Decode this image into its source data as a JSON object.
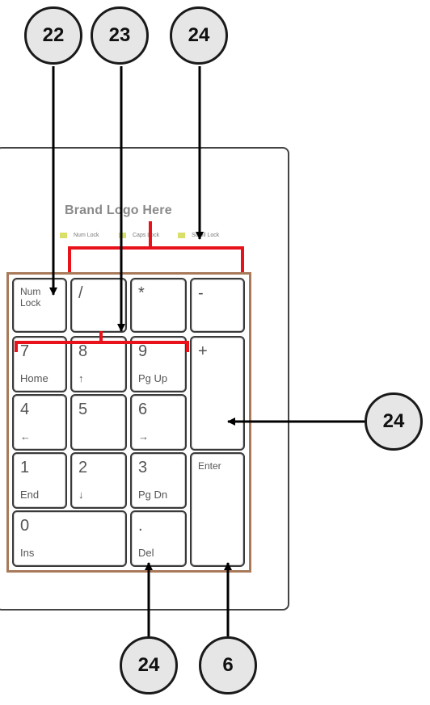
{
  "brand": "Brand Logo Here",
  "leds": [
    "Num Lock",
    "Caps Lock",
    "Scroll Lock"
  ],
  "keys": {
    "numlock": "Num\nLock",
    "slash": "/",
    "star": "*",
    "minus": "-",
    "k7_top": "7",
    "k7_bottom": "Home",
    "k8_top": "8",
    "k8_bottom": "↑",
    "k9_top": "9",
    "k9_bottom": "Pg Up",
    "plus": "+",
    "k4_top": "4",
    "k4_bottom": "←",
    "k5_top": "5",
    "k6_top": "6",
    "k6_bottom": "→",
    "k1_top": "1",
    "k1_bottom": "End",
    "k2_top": "2",
    "k2_bottom": "↓",
    "k3_top": "3",
    "k3_bottom": "Pg Dn",
    "enter": "Enter",
    "k0_top": "0",
    "k0_bottom": "Ins",
    "dot_top": ".",
    "dot_bottom": "Del"
  },
  "callouts": {
    "c22": "22",
    "c23": "23",
    "c24_top": "24",
    "c24_right": "24",
    "c24_bottom": "24",
    "c6": "6"
  },
  "colors": {
    "bracket": "#e8121b",
    "frame": "#a97a5a",
    "callout_fill": "#e6e6e6",
    "led": "#d8e06a"
  }
}
